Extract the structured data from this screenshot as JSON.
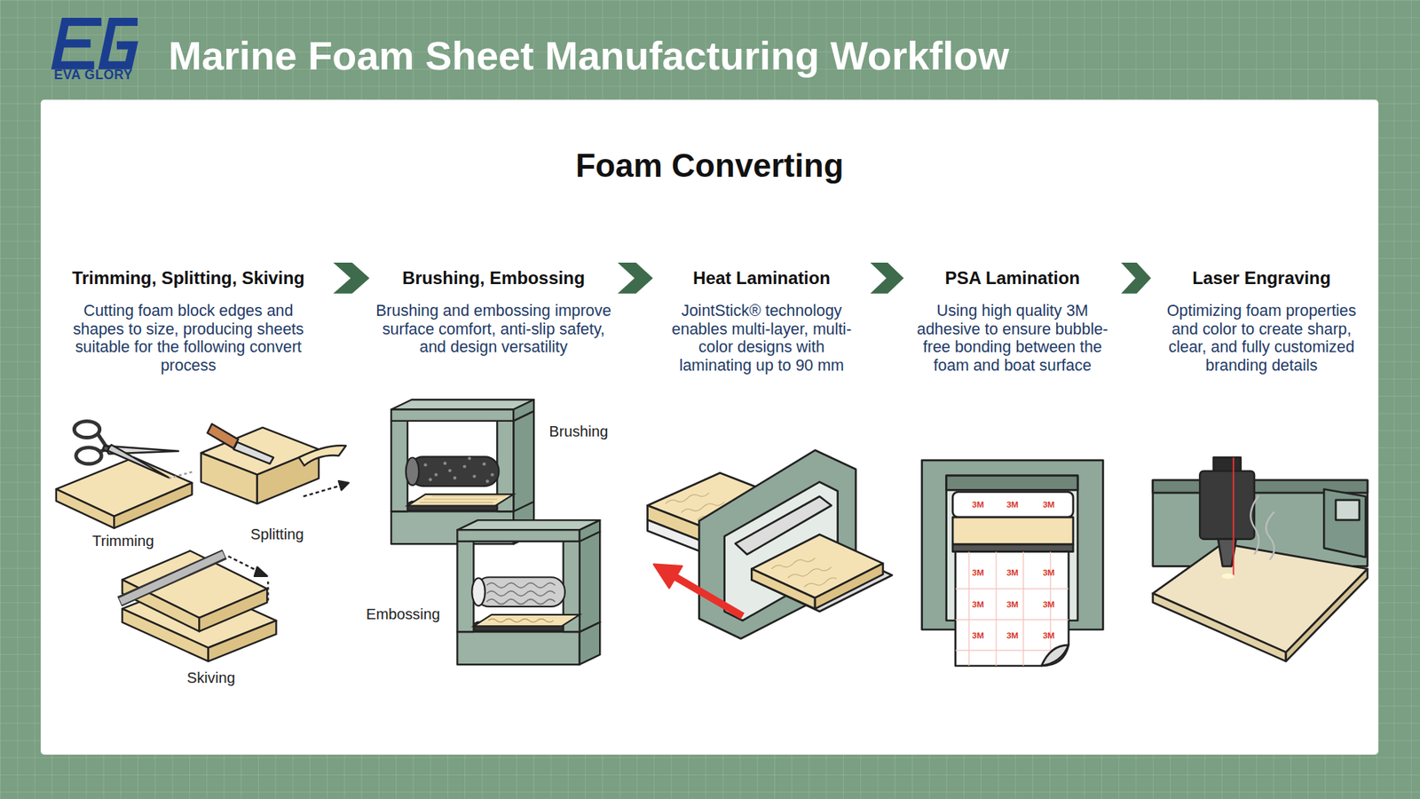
{
  "diagram": {
    "title": "Marine Foam Sheet Manufacturing Workflow",
    "nodes": [
      {
        "text": [
          "Foam Converting"
        ]
      },
      {
        "text": [
          "Trimming, Splitting, Skiving",
          "Cutting foam block edges and shapes to size, producing sheets suitable for the following convert process"
        ],
        "in": 0
      },
      {
        "text": [
          "Brushing, Embossing",
          "Brushing and embossing improve surface comfort, anti-slip safety, and design versatility"
        ],
        "in": 0
      },
      {
        "text": [
          "Heat Lamination",
          "JointStick® technology enables multi-layer, multi-color designs with laminating up to 90 mm"
        ],
        "in": 0
      },
      {
        "text": [
          "PSA Lamination",
          "Using high quality 3M adhesive to ensure bubble-free bonding between the foam and boat surface"
        ],
        "in": 0
      },
      {
        "text": [
          "Laser Engraving",
          "Optimizing foam properties and color to create sharp, clear, and fully customized branding details"
        ],
        "in": 0
      }
    ],
    "edges": [
      {
        "from": 1,
        "to": 2,
        "arrow": "to"
      },
      {
        "from": 2,
        "to": 3,
        "arrow": "to"
      },
      {
        "from": 3,
        "to": 4,
        "arrow": "to"
      },
      {
        "from": 4,
        "to": 5,
        "arrow": "to"
      }
    ],
    "labels": [
      "EVA GLORY",
      "Trimming",
      "Splitting",
      "Skiving",
      "Brushing",
      "Embossing",
      "3M",
      "3M",
      "3M",
      "3M",
      "3M",
      "3M",
      "3M",
      "3M",
      "3M",
      "3M",
      "3M",
      "3M"
    ]
  }
}
